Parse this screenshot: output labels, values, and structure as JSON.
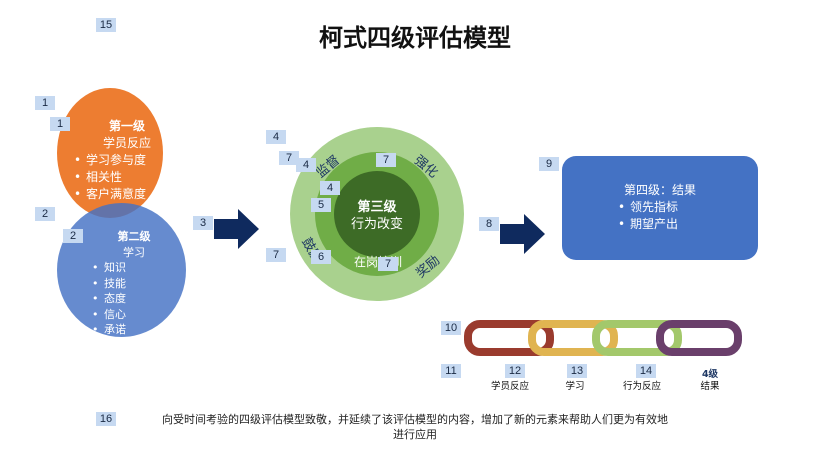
{
  "title": "柯式四级评估模型",
  "level1": {
    "title": "第一级",
    "subtitle": "学员反应",
    "items": [
      "学习参与度",
      "相关性",
      "客户满意度"
    ]
  },
  "level2": {
    "title": "第二级",
    "subtitle": "学习",
    "items": [
      "知识",
      "技能",
      "态度",
      "信心",
      "承诺"
    ]
  },
  "level3": {
    "title": "第三级",
    "subtitle": "行为改变",
    "inner_label": "在岗培训",
    "ring_labels": [
      "监督",
      "强化",
      "奖励",
      "鼓励"
    ]
  },
  "level4": {
    "title": "第四级：结果",
    "items": [
      "领先指标",
      "期望产出"
    ]
  },
  "chain": {
    "colors": [
      "#9a3b2e",
      "#e0b451",
      "#a3c86b",
      "#6a3f6b"
    ],
    "labels": [
      "学员反应",
      "学习",
      "行为反应",
      "结果"
    ],
    "level_label": "4级"
  },
  "tags": [
    "15",
    "1",
    "1",
    "2",
    "2",
    "3",
    "4",
    "7",
    "4",
    "4",
    "5",
    "6",
    "7",
    "7",
    "7",
    "8",
    "9",
    "10",
    "11",
    "12",
    "13",
    "14",
    "16"
  ],
  "caption_line1": "向受时间考验的四级评估模型致敬，并延续了该评估模型的内容，增加了新的元素来帮助人们更为有效地",
  "caption_line2": "进行应用",
  "colors": {
    "orange": "#ed7d31",
    "blue": "#4472c4",
    "dark_navy": "#0f2a5e",
    "ring_light": "#a9d18e",
    "ring_mid": "#70ad47",
    "ring_dark": "#3d6b26",
    "tag_bg": "#c6d9f1"
  }
}
